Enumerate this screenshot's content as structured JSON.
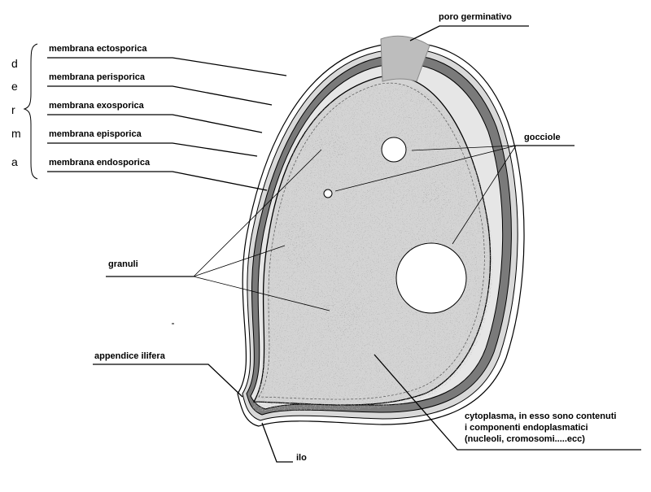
{
  "derma_letters": [
    "d",
    "e",
    "r",
    "m",
    "a"
  ],
  "membrane_labels": {
    "ectosporica": "membrana ectosporica",
    "perisporica": "membrana perisporica",
    "exosporica": "membrana exosporica",
    "episporica": "membrana episporica",
    "endosporica": "membrana endosporica"
  },
  "labels": {
    "poro": "poro germinativo",
    "gocciole": "gocciole",
    "granuli": "granuli",
    "appendice": "appendice ilifera",
    "ilo": "ilo"
  },
  "cytoplasma_lines": [
    "cytoplasma, in esso sono contenuti",
    "i componenti endoplasmatici",
    "(nucleoli, cromosomi.....ecc)"
  ],
  "colors": {
    "line": "#000000",
    "membrane_dark": "#7a7a7a",
    "membrane_light": "#d9d9d9",
    "cytoplasm": "#d4d4d4",
    "pore": "#bdbdbd"
  }
}
